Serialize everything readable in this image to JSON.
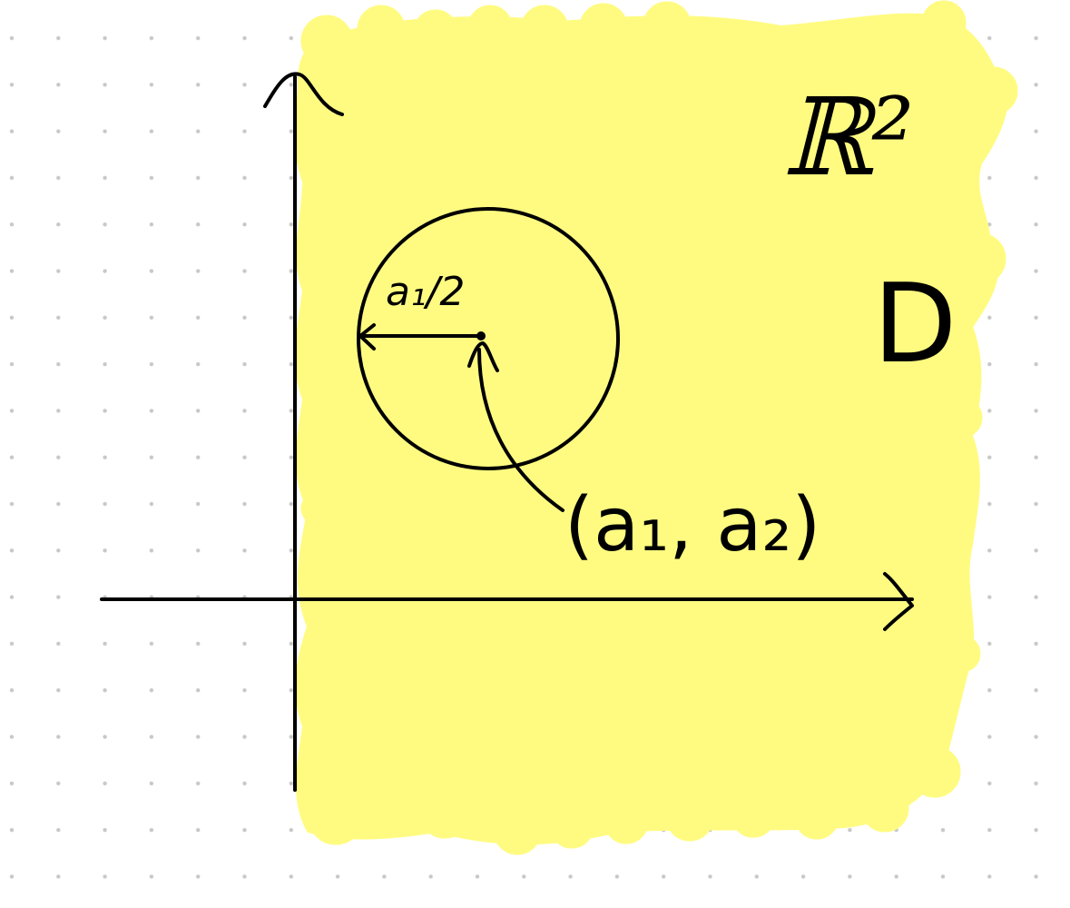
{
  "colors": {
    "paper": "#ffffff",
    "dot_grid": "#c8c8c8",
    "highlight": "#fffb80",
    "ink": "#000000"
  },
  "labels": {
    "space": "ℝ²",
    "region": "D",
    "center_point": "(a₁, a₂)",
    "radius": "a₁/2"
  }
}
